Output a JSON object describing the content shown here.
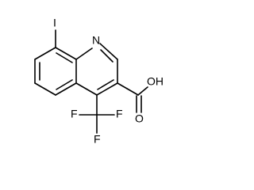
{
  "atoms": {
    "iodine": "I",
    "nitrogen": "N",
    "hydroxyl": "OH",
    "carbonyl_oxygen": "O",
    "fluorine_1": "F",
    "fluorine_2": "F",
    "fluorine_3": "F"
  },
  "colors": {
    "bond": "#000000",
    "label": "#000000",
    "background": "#ffffff"
  }
}
